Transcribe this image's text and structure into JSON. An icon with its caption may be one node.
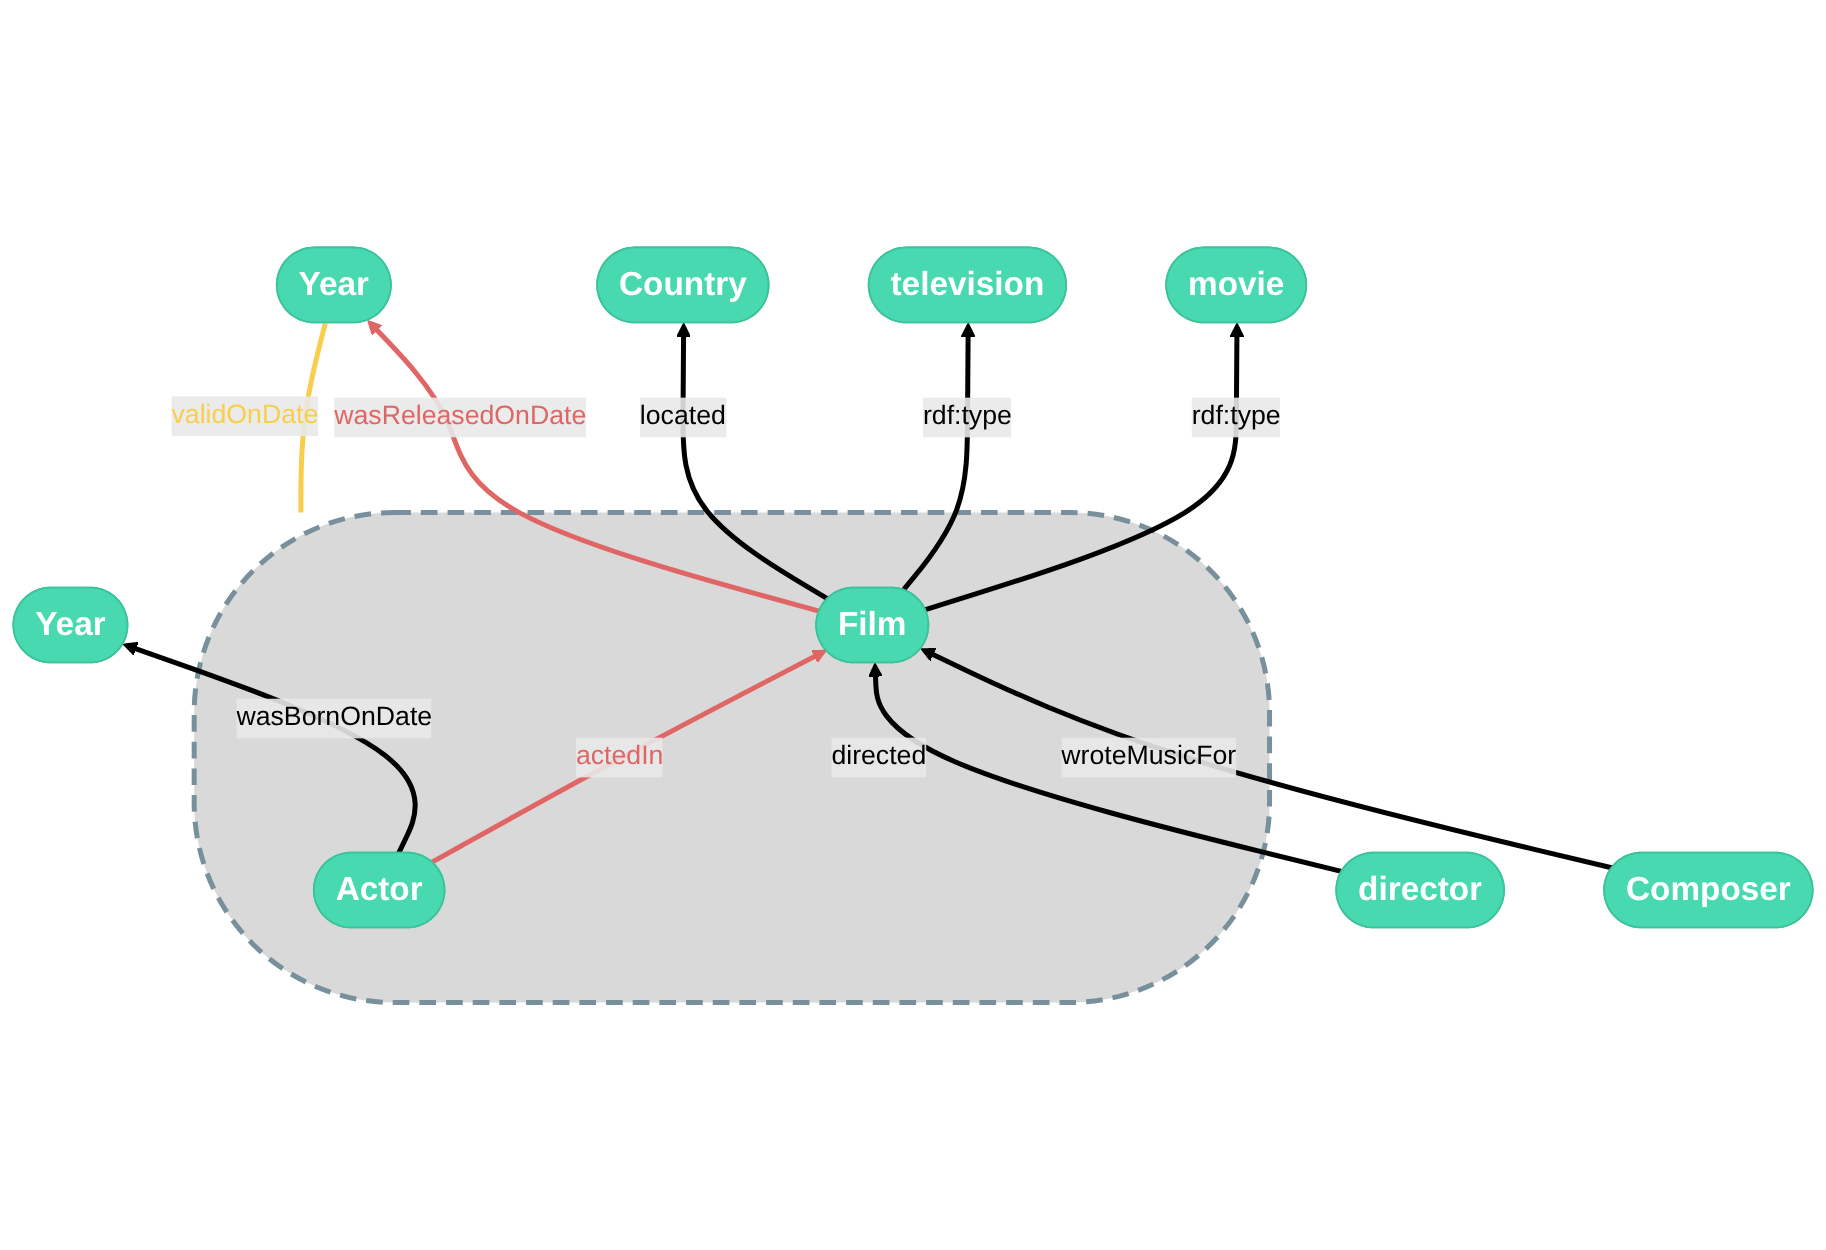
{
  "diagram": {
    "nodes": [
      {
        "text": [
          "movie"
        ]
      },
      {
        "text": [
          "television"
        ]
      },
      {
        "text": [
          "Country"
        ]
      },
      {
        "text": [],
        "shape": "ellipse"
      },
      {
        "text": [
          "Film"
        ],
        "in": 3
      },
      {
        "text": [
          "Year"
        ]
      },
      {
        "text": [
          "Actor"
        ],
        "in": 3
      },
      {
        "text": [
          "director"
        ]
      },
      {
        "text": [
          "Composer"
        ]
      },
      {
        "text": [
          "Year"
        ]
      }
    ],
    "edges": [
      {
        "from": 4,
        "to": 0,
        "arrow": "to",
        "label": "rdf:type"
      },
      {
        "from": 4,
        "to": 1,
        "arrow": "to",
        "label": "rdf:type"
      },
      {
        "from": 4,
        "to": 2,
        "arrow": "to",
        "label": "located"
      },
      {
        "from": 6,
        "to": 4,
        "arrow": "to",
        "label": "actedIn",
        "color": "#e06666"
      },
      {
        "from": 4,
        "to": 5,
        "arrow": "to",
        "label": "wasReleasedOnDate",
        "color": "#e06666"
      },
      {
        "from": 7,
        "to": 4,
        "arrow": "to",
        "label": "directed"
      },
      {
        "from": 8,
        "to": 4,
        "arrow": "to",
        "label": "wroteMusicFor"
      },
      {
        "from": 6,
        "to": 9,
        "arrow": "to",
        "label": "wasBornOnDate"
      },
      {
        "from": 3,
        "to": 5,
        "arrow": "none",
        "label": "validOnDate",
        "color": "#f7cf4d"
      }
    ]
  }
}
